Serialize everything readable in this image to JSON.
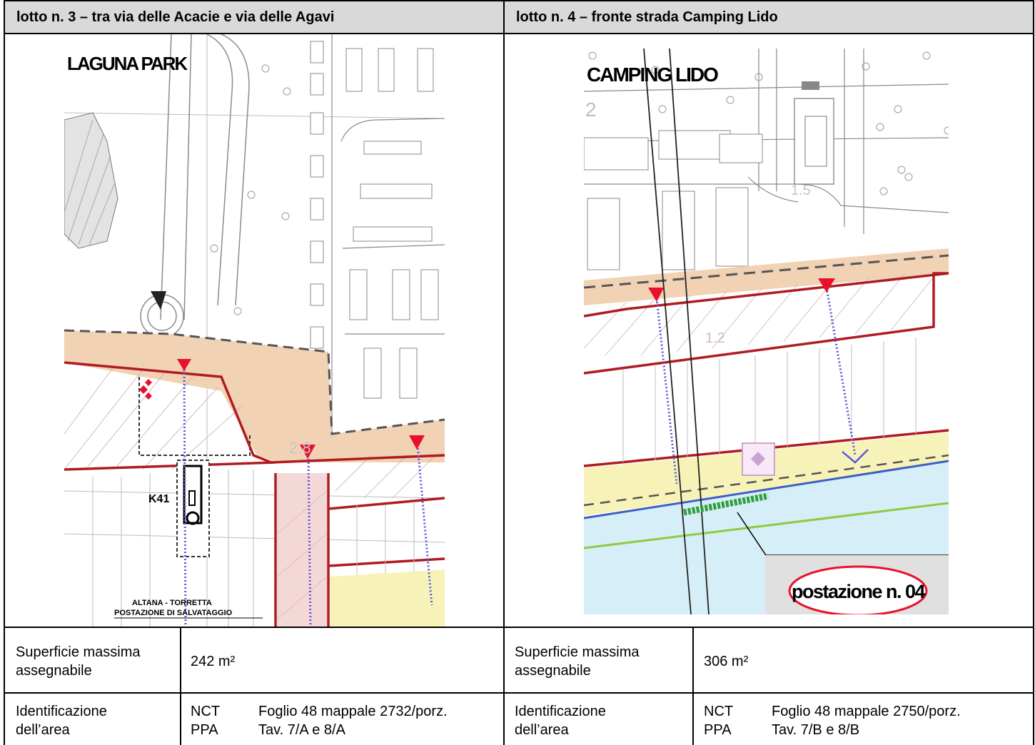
{
  "lotto3": {
    "title": "lotto n. 3 – tra via delle Acacie e via delle Agavi",
    "map": {
      "label_top": "LAGUNA PARK",
      "label_building": "K41",
      "label_bottom_1": "ALTANA - TORRETTA",
      "label_bottom_2": "POSTAZIONE DI SALVATAGGIO",
      "label_number": "2.8"
    },
    "superficie_label_1": "Superficie massima",
    "superficie_label_2": "assegnabile",
    "superficie_value": "242 m²",
    "ident_label_1": "Identificazione",
    "ident_label_2": "dell’area",
    "nct_label": "NCT",
    "ppa_label": "PPA",
    "nct_value": "Foglio 48 mappale 2732/porz.",
    "ppa_value": "Tav. 7/A e 8/A"
  },
  "lotto4": {
    "title": "lotto n. 4 – fronte strada Camping Lido",
    "map": {
      "label_top": "CAMPING LIDO",
      "label_postazione": "postazione n. 04",
      "label_num_2": "2",
      "label_num_15": "1.5",
      "label_num_12": "1.2"
    },
    "superficie_label_1": "Superficie massima",
    "superficie_label_2": "assegnabile",
    "superficie_value": "306 m²",
    "ident_label_1": "Identificazione",
    "ident_label_2": "dell’area",
    "nct_label": "NCT",
    "ppa_label": "PPA",
    "nct_value": "Foglio 48 mappale 2750/porz.",
    "ppa_value": "Tav. 7/B e 8/B"
  },
  "colors": {
    "header_bg": "#d9d9d9",
    "beach_tan": "#f2d2b4",
    "sea_blue": "#d6eef7",
    "sand_yellow": "#f7f3b8",
    "boundary_red": "#b01b22",
    "marker_red": "#e8112d",
    "path_blue": "#5a5ad6"
  }
}
